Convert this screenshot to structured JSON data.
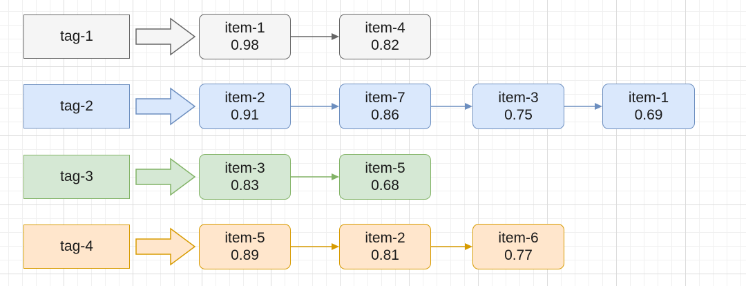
{
  "rows": [
    {
      "tag": "tag-1",
      "fill": "#f5f5f5",
      "stroke": "#666666",
      "items": [
        {
          "label": "item-1",
          "score": "0.98"
        },
        {
          "label": "item-4",
          "score": "0.82"
        }
      ]
    },
    {
      "tag": "tag-2",
      "fill": "#dae8fc",
      "stroke": "#6c8ebf",
      "items": [
        {
          "label": "item-2",
          "score": "0.91"
        },
        {
          "label": "item-7",
          "score": "0.86"
        },
        {
          "label": "item-3",
          "score": "0.75"
        },
        {
          "label": "item-1",
          "score": "0.69"
        }
      ]
    },
    {
      "tag": "tag-3",
      "fill": "#d5e8d4",
      "stroke": "#82b366",
      "items": [
        {
          "label": "item-3",
          "score": "0.83"
        },
        {
          "label": "item-5",
          "score": "0.68"
        }
      ]
    },
    {
      "tag": "tag-4",
      "fill": "#ffe6cc",
      "stroke": "#d79b00",
      "items": [
        {
          "label": "item-5",
          "score": "0.89"
        },
        {
          "label": "item-2",
          "score": "0.81"
        },
        {
          "label": "item-6",
          "score": "0.77"
        }
      ]
    }
  ]
}
